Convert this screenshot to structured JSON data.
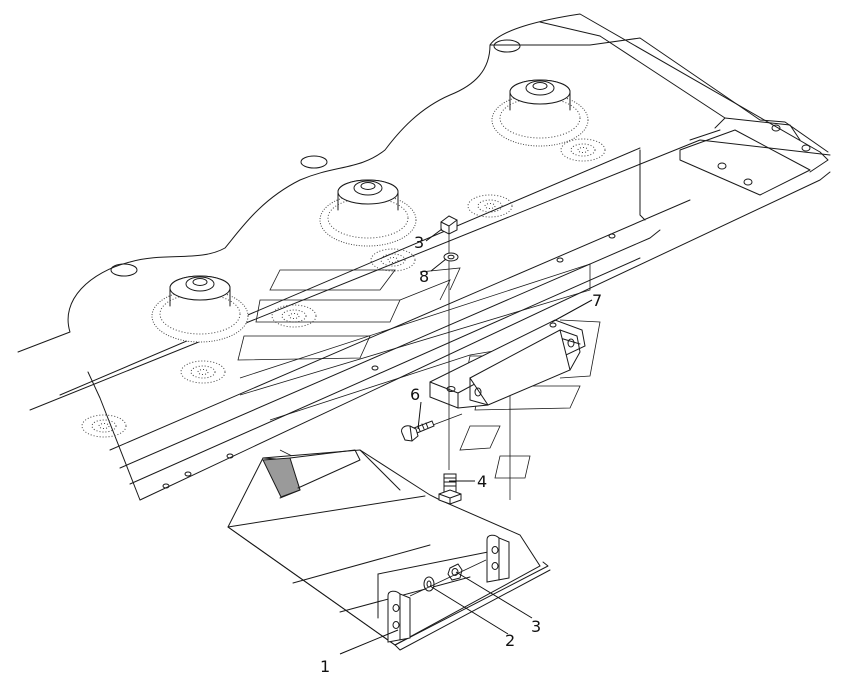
{
  "callouts": [
    {
      "id": "1",
      "text": "1"
    },
    {
      "id": "2",
      "text": "2"
    },
    {
      "id": "3a",
      "text": "3"
    },
    {
      "id": "3b",
      "text": "3"
    },
    {
      "id": "4",
      "text": "4"
    },
    {
      "id": "6",
      "text": "6"
    },
    {
      "id": "7",
      "text": "7"
    },
    {
      "id": "8",
      "text": "8"
    }
  ],
  "colors": {
    "line": "#1a1a1a",
    "background": "#ffffff",
    "shade": "#9a9a9a"
  }
}
